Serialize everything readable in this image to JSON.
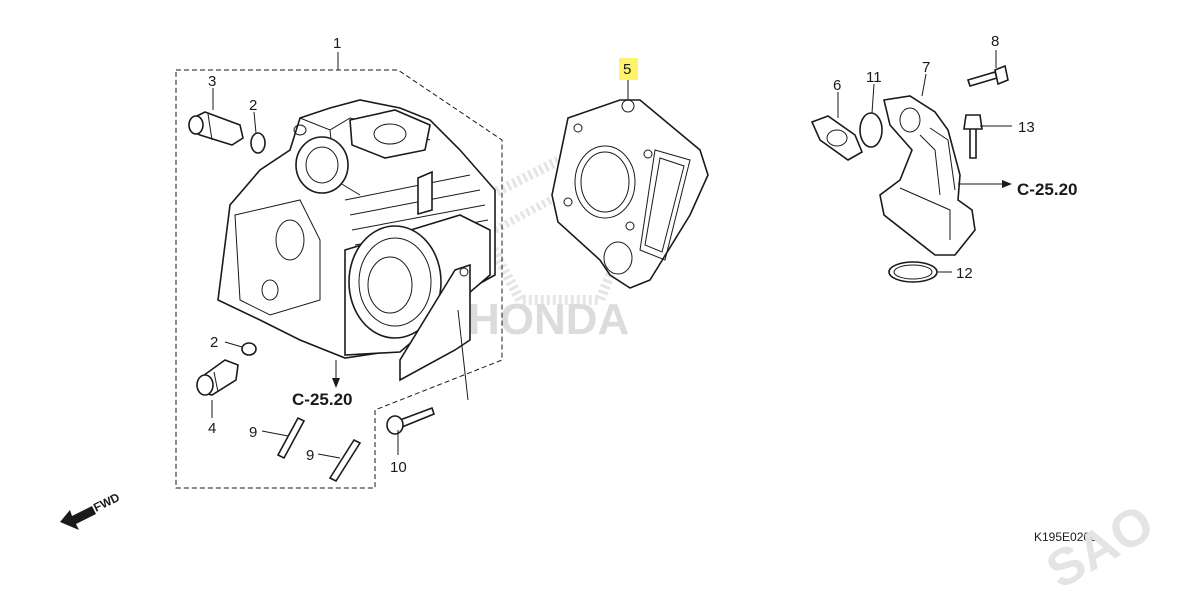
{
  "diagram": {
    "callouts": {
      "c1": "1",
      "c2a": "2",
      "c2b": "2",
      "c3": "3",
      "c4": "4",
      "c5": "5",
      "c6": "6",
      "c7": "7",
      "c8": "8",
      "c9a": "9",
      "c9b": "9",
      "c10": "10",
      "c11": "11",
      "c12": "12",
      "c13": "13"
    },
    "highlight_color": "#fff36b",
    "refs": {
      "left": "C-25.20",
      "right": "C-25.20"
    },
    "direction_label": "FWD",
    "figure_code": "K195E0200",
    "watermark_text": "HONDA",
    "corner_watermark": "SAO"
  }
}
